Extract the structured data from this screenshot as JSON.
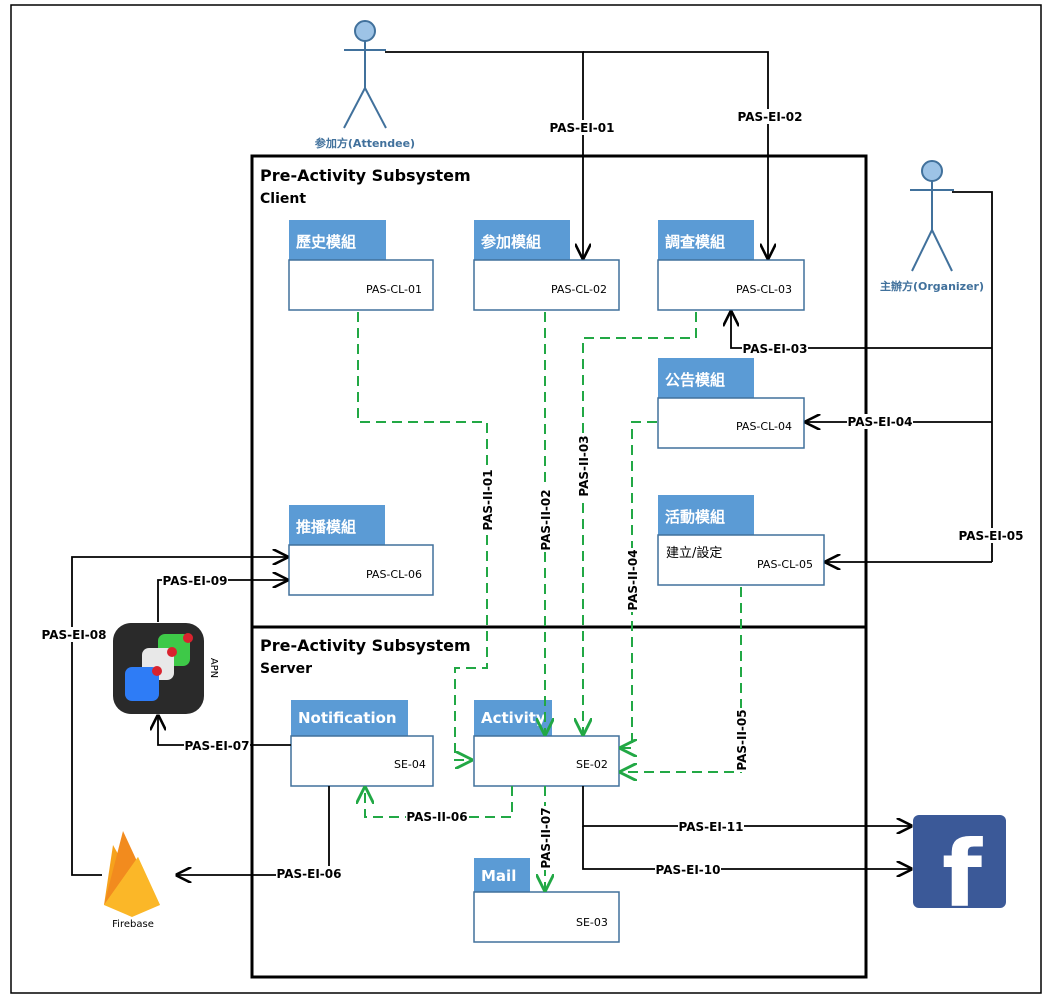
{
  "subsystems": {
    "client": {
      "title": "Pre-Activity Subsystem",
      "subtitle": "Client"
    },
    "server": {
      "title": "Pre-Activity Subsystem",
      "subtitle": "Server"
    }
  },
  "actors": {
    "attendee": "参加方(Attendee)",
    "organizer": "主辦方(Organizer)"
  },
  "modules": {
    "history": {
      "tab": "歷史模組",
      "code": "PAS-CL-01"
    },
    "join": {
      "tab": "参加模組",
      "code": "PAS-CL-02"
    },
    "survey": {
      "tab": "調查模組",
      "code": "PAS-CL-03"
    },
    "announce": {
      "tab": "公告模組",
      "code": "PAS-CL-04"
    },
    "activity": {
      "tab": "活動模組",
      "code": "PAS-CL-05",
      "extra": "建立/設定"
    },
    "push": {
      "tab": "推播模組",
      "code": "PAS-CL-06"
    }
  },
  "server_modules": {
    "notification": {
      "tab": "Notification",
      "code": "SE-04"
    },
    "activity": {
      "tab": "Activity",
      "code": "SE-02"
    },
    "mail": {
      "tab": "Mail",
      "code": "SE-03"
    }
  },
  "external": {
    "apn": "APN",
    "firebase": "Firebase",
    "facebook": "f"
  },
  "interfaces": {
    "ei01": "PAS-EI-01",
    "ei02": "PAS-EI-02",
    "ei03": "PAS-EI-03",
    "ei04": "PAS-EI-04",
    "ei05": "PAS-EI-05",
    "ei06": "PAS-EI-06",
    "ei07": "PAS-EI-07",
    "ei08": "PAS-EI-08",
    "ei09": "PAS-EI-09",
    "ei10": "PAS-EI-10",
    "ei11": "PAS-EI-11",
    "ii01": "PAS-II-01",
    "ii02": "PAS-II-02",
    "ii03": "PAS-II-03",
    "ii04": "PAS-II-04",
    "ii05": "PAS-II-05",
    "ii06": "PAS-II-06",
    "ii07": "PAS-II-07"
  },
  "colors": {
    "tab": "#5b9bd5",
    "box_border": "#41719c",
    "actor_fill": "#9dc3e6",
    "internal_line": "#22a845",
    "external_line": "#000000",
    "facebook": "#3b5998",
    "firebase_orange": "#f6a21c"
  }
}
